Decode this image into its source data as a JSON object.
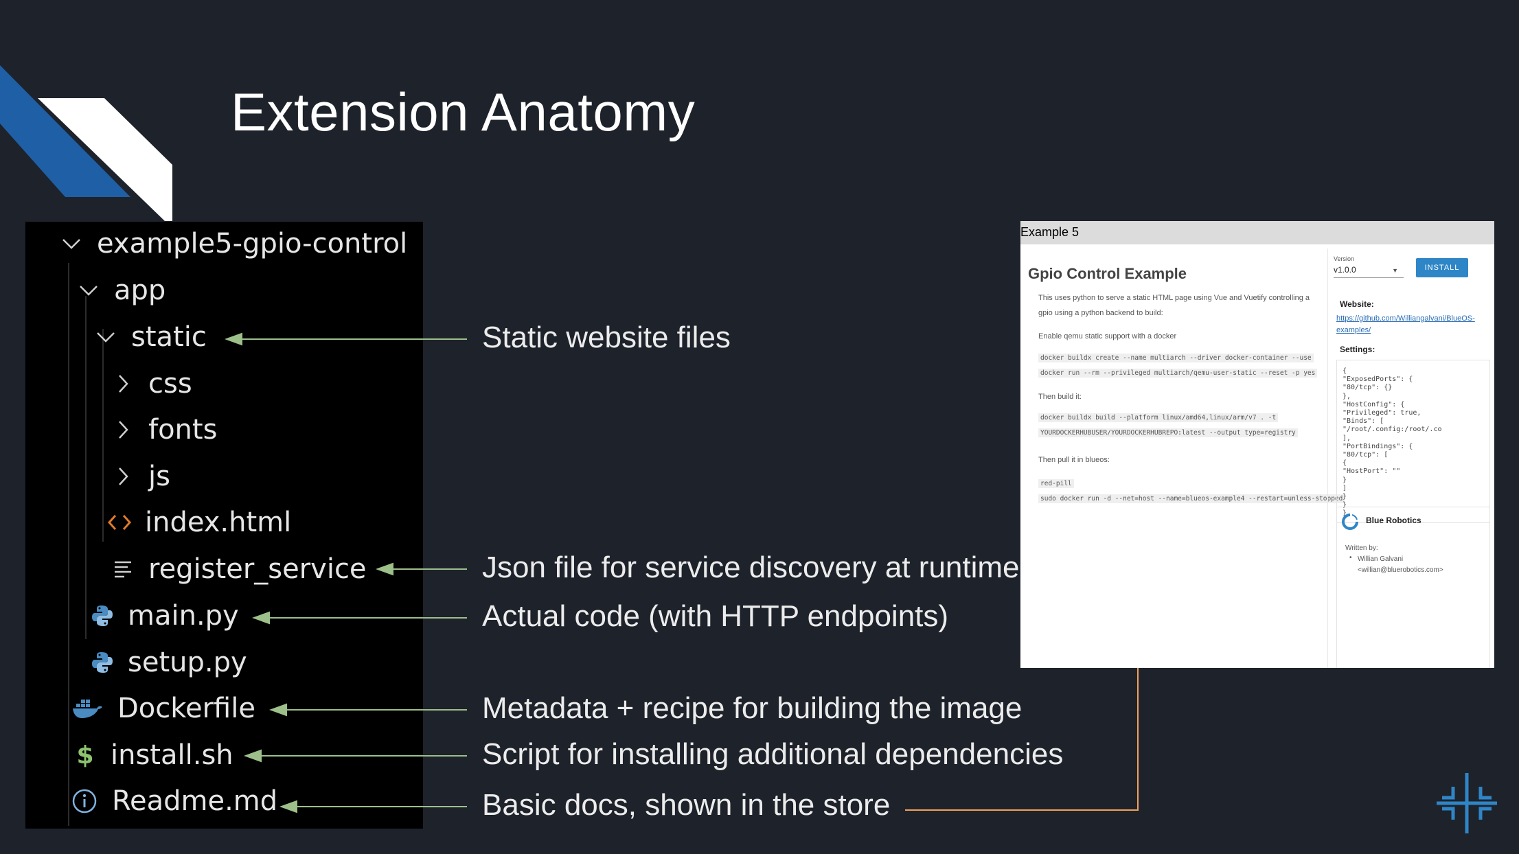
{
  "slide": {
    "title": "Extension Anatomy"
  },
  "tree": {
    "root": "example5-gpio-control",
    "items": [
      {
        "label": "app",
        "icon": "chevron-down-icon"
      },
      {
        "label": "static",
        "icon": "chevron-down-icon"
      },
      {
        "label": "css",
        "icon": "chevron-right-icon"
      },
      {
        "label": "fonts",
        "icon": "chevron-right-icon"
      },
      {
        "label": "js",
        "icon": "chevron-right-icon"
      },
      {
        "label": "index.html",
        "icon": "html-code-icon"
      },
      {
        "label": "register_service",
        "icon": "text-file-icon"
      },
      {
        "label": "main.py",
        "icon": "python-icon"
      },
      {
        "label": "setup.py",
        "icon": "python-icon"
      },
      {
        "label": "Dockerfile",
        "icon": "docker-icon"
      },
      {
        "label": "install.sh",
        "icon": "dollar-icon"
      },
      {
        "label": "Readme.md",
        "icon": "info-icon"
      }
    ]
  },
  "annotations": {
    "static": "Static website files",
    "register": "Json file for service discovery at runtime",
    "main": "Actual code (with HTTP endpoints)",
    "dockerfile": "Metadata + recipe for building the image",
    "install": "Script for installing additional dependencies",
    "readme": "Basic docs, shown in the store"
  },
  "store": {
    "window_title": "Example 5",
    "heading": "Gpio Control Example",
    "desc_1": "This uses python to serve a static HTML page using Vue and Vuetify controlling a",
    "desc_2": "gpio using a python backend to build:",
    "enable_text": "Enable qemu static support with a docker",
    "code_1": "docker buildx create --name multiarch --driver docker-container --use",
    "code_2": "docker run --rm --privileged multiarch/qemu-user-static --reset -p yes",
    "then_build": "Then build it:",
    "code_3": "docker buildx build --platform linux/amd64,linux/arm/v7 . -t",
    "code_4": "YOURDOCKERHUBUSER/YOURDOCKERHUBREPO:latest --output type=registry",
    "then_pull": "Then pull it in blueos:",
    "code_5": "red-pill",
    "code_6": "sudo docker run -d --net=host --name=blueos-example4 --restart=unless-stopped",
    "version_label": "Version",
    "version_value": "v1.0.0",
    "install_label": "INSTALL",
    "website_label": "Website:",
    "website_link_1": "https://github.com/Williangalvani/BlueOS-",
    "website_link_2": "examples/",
    "settings_label": "Settings:",
    "settings_lines": [
      "{",
      "  \"ExposedPorts\": {",
      "    \"80/tcp\": {}",
      "  },",
      "  \"HostConfig\": {",
      "    \"Privileged\": true,",
      "    \"Binds\": [",
      "      \"/root/.config:/root/.co",
      "    ],",
      "    \"PortBindings\": {",
      "      \"80/tcp\": [",
      "        {",
      "          \"HostPort\": \"\"",
      "        }",
      "      ]",
      "    }",
      "  }",
      "}"
    ],
    "company": "Blue Robotics",
    "written_by": "Written by:",
    "author_name": "Willian Galvani",
    "author_email": "<willian@bluerobotics.com>"
  },
  "colors": {
    "background": "#1e222b",
    "tree_bg": "#000000",
    "arrow_green": "#9dc08b",
    "arrow_orange": "#f0a35e",
    "brand_blue": "#1f5fa6",
    "install_blue": "#2f86c7"
  }
}
